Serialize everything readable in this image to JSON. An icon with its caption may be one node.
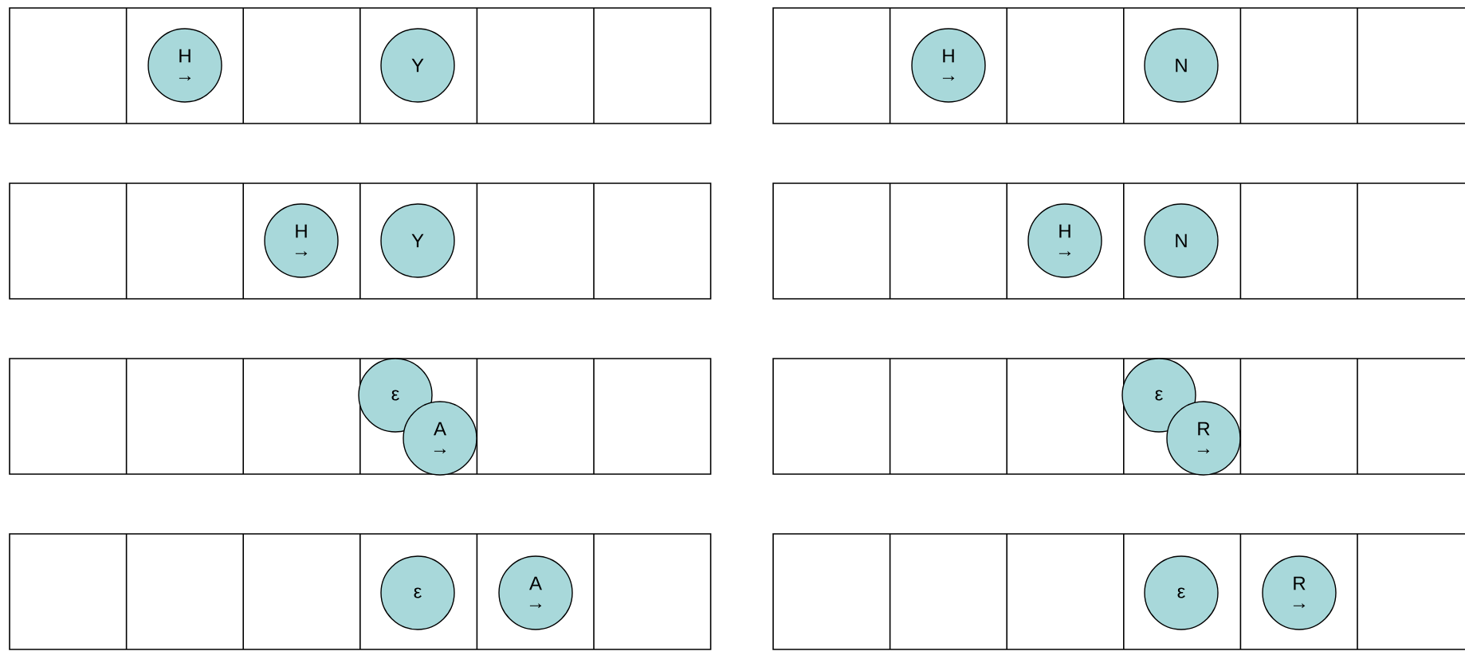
{
  "diagram": {
    "nodes": [
      {
        "text": [
          "H",
          "→"
        ]
      },
      {
        "text": [
          "Y"
        ]
      },
      {
        "text": [
          "H",
          "→"
        ]
      },
      {
        "text": [
          "N"
        ]
      },
      {
        "text": [
          "H",
          "→"
        ]
      },
      {
        "text": [
          "Y"
        ]
      },
      {
        "text": [
          "H",
          "→"
        ]
      },
      {
        "text": [
          "N"
        ]
      },
      {
        "text": [
          "ε"
        ]
      },
      {
        "text": [
          "A",
          "→"
        ]
      },
      {
        "text": [
          "ε"
        ]
      },
      {
        "text": [
          "R",
          "→"
        ]
      },
      {
        "text": [
          "ε"
        ]
      },
      {
        "text": [
          "A",
          "→"
        ]
      },
      {
        "text": [
          "ε"
        ]
      },
      {
        "text": [
          "R",
          "→"
        ]
      }
    ]
  }
}
